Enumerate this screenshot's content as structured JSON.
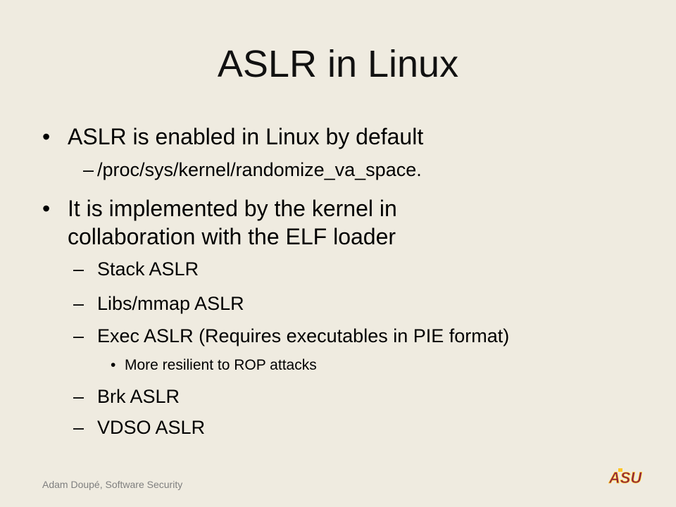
{
  "slide": {
    "title": "ASLR in Linux",
    "bullets": [
      {
        "level": 1,
        "marker": "•",
        "text": "ASLR is enabled in Linux by default"
      },
      {
        "level": 2,
        "marker": "–",
        "text": "/proc/sys/kernel/randomize_va_space."
      },
      {
        "level": 1,
        "marker": "•",
        "text": "It is implemented by the kernel in"
      },
      {
        "level": 1,
        "marker": "",
        "text": "collaboration with the ELF loader"
      },
      {
        "level": 2,
        "marker": "–",
        "text": "Stack ASLR"
      },
      {
        "level": 2,
        "marker": "–",
        "text": "Libs/mmap ASLR"
      },
      {
        "level": 2,
        "marker": "–",
        "text": "Exec ASLR (Requires executables in PIE format)"
      },
      {
        "level": 3,
        "marker": "•",
        "text": "More resilient to ROP attacks"
      },
      {
        "level": 2,
        "marker": "–",
        "text": "Brk ASLR"
      },
      {
        "level": 2,
        "marker": "–",
        "text": "VDSO ASLR"
      }
    ],
    "footer": "Adam Doupé, Software Security",
    "logo": {
      "icon": "asu-logo-icon",
      "text": "ASU",
      "color": "#8c1d40",
      "accent": "#ffc627"
    }
  }
}
